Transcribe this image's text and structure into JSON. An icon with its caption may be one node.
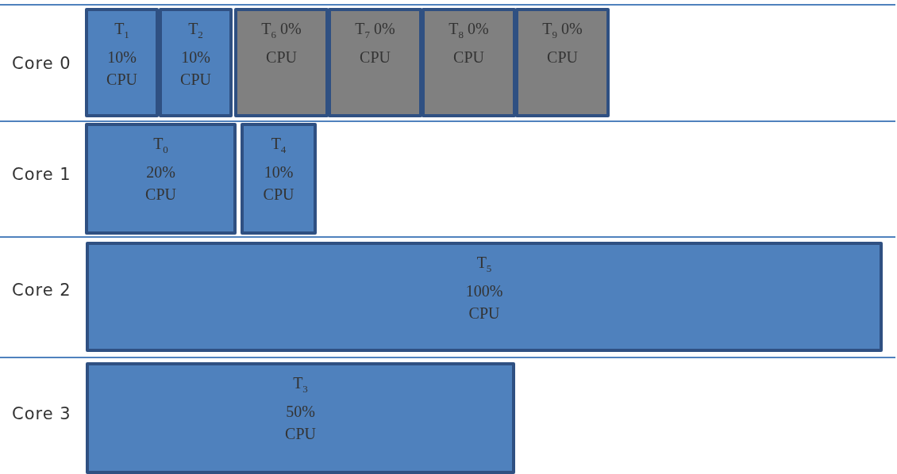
{
  "diagram": {
    "nodes": [
      {
        "text": [
          "T$_{1}$ 10% CPU"
        ]
      },
      {
        "text": [
          "T$_{2}$ 10% CPU"
        ]
      },
      {
        "text": [
          "T$_{6}$ 0% CPU"
        ]
      },
      {
        "text": [
          "T$_{7}$ 0% CPU"
        ]
      },
      {
        "text": [
          "T$_{8}$ 0% CPU"
        ]
      },
      {
        "text": [
          "T$_{9}$ 0% CPU"
        ]
      },
      {
        "text": [
          "T$_{0}$ 20% CPU"
        ]
      },
      {
        "text": [
          "T$_{4}$ 10% CPU"
        ]
      },
      {
        "text": [
          "T$_{5}$ 100% CPU"
        ]
      },
      {
        "text": [
          "T$_{3}$ 50% CPU"
        ]
      }
    ],
    "edges": [],
    "labels": [
      "Core 0",
      "Core 1",
      "Core 2",
      "Core 3"
    ]
  }
}
